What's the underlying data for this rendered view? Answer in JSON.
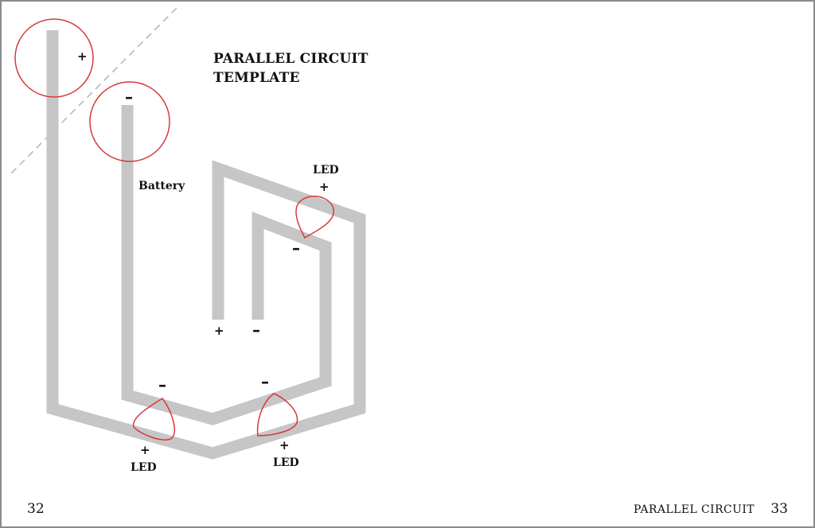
{
  "title": {
    "line1": "PARALLEL CIRCUIT",
    "line2": "TEMPLATE"
  },
  "labels": {
    "battery": "Battery",
    "led_top": "LED",
    "led_bottom_left": "LED",
    "led_bottom_right": "LED"
  },
  "signs": {
    "plus": "+",
    "minus": "–"
  },
  "footer": {
    "page_left": "32",
    "running_title": "PARALLEL CIRCUIT",
    "page_right": "33"
  },
  "colors": {
    "trace": "#c6c6c6",
    "marker": "#d63a3a",
    "fold_line": "#b4b4b4",
    "ink": "#111111"
  }
}
